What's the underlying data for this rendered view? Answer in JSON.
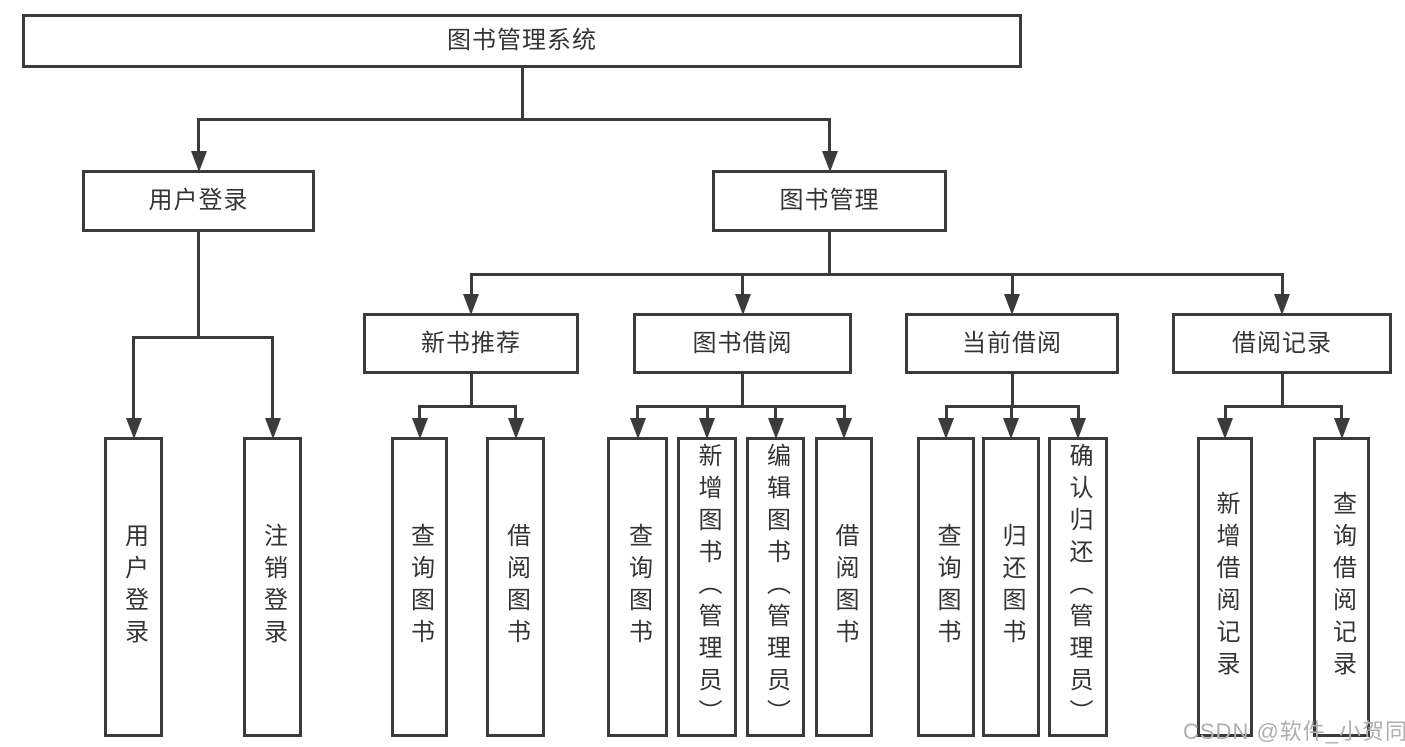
{
  "diagram": {
    "title": "图书管理系统",
    "line_color": "#3b3b3b",
    "text_color": "#343434",
    "background": "#ffffff",
    "nodes": [
      {
        "id": "root",
        "label": "图书管理系统",
        "parent": null,
        "orientation": "horizontal"
      },
      {
        "id": "user-login",
        "label": "用户登录",
        "parent": "root",
        "orientation": "horizontal"
      },
      {
        "id": "book-mgmt",
        "label": "图书管理",
        "parent": "root",
        "orientation": "horizontal"
      },
      {
        "id": "new-book-rec",
        "label": "新书推荐",
        "parent": "book-mgmt",
        "orientation": "horizontal"
      },
      {
        "id": "book-borrow",
        "label": "图书借阅",
        "parent": "book-mgmt",
        "orientation": "horizontal"
      },
      {
        "id": "current-borrow",
        "label": "当前借阅",
        "parent": "book-mgmt",
        "orientation": "horizontal"
      },
      {
        "id": "borrow-records",
        "label": "借阅记录",
        "parent": "book-mgmt",
        "orientation": "horizontal"
      },
      {
        "id": "ul-user-login",
        "label": "用户登录",
        "parent": "user-login",
        "orientation": "vertical"
      },
      {
        "id": "ul-logout",
        "label": "注销登录",
        "parent": "user-login",
        "orientation": "vertical"
      },
      {
        "id": "nbr-query-books",
        "label": "查询图书",
        "parent": "new-book-rec",
        "orientation": "vertical"
      },
      {
        "id": "nbr-borrow-books",
        "label": "借阅图书",
        "parent": "new-book-rec",
        "orientation": "vertical"
      },
      {
        "id": "bb-query-books",
        "label": "查询图书",
        "parent": "book-borrow",
        "orientation": "vertical"
      },
      {
        "id": "bb-add-books",
        "label": "新增图书（管理员）",
        "parent": "book-borrow",
        "orientation": "vertical"
      },
      {
        "id": "bb-edit-books",
        "label": "编辑图书（管理员）",
        "parent": "book-borrow",
        "orientation": "vertical"
      },
      {
        "id": "bb-borrow-books",
        "label": "借阅图书",
        "parent": "book-borrow",
        "orientation": "vertical"
      },
      {
        "id": "cb-query-books",
        "label": "查询图书",
        "parent": "current-borrow",
        "orientation": "vertical"
      },
      {
        "id": "cb-return-books",
        "label": "归还图书",
        "parent": "current-borrow",
        "orientation": "vertical"
      },
      {
        "id": "cb-confirm-return",
        "label": "确认归还（管理员）",
        "parent": "current-borrow",
        "orientation": "vertical"
      },
      {
        "id": "br-add-record",
        "label": "新增借阅记录",
        "parent": "borrow-records",
        "orientation": "vertical"
      },
      {
        "id": "br-query-record",
        "label": "查询借阅记录",
        "parent": "borrow-records",
        "orientation": "vertical"
      }
    ]
  },
  "watermark": {
    "text": "CSDN @软件_小贺同学",
    "color": "#afafaf"
  }
}
